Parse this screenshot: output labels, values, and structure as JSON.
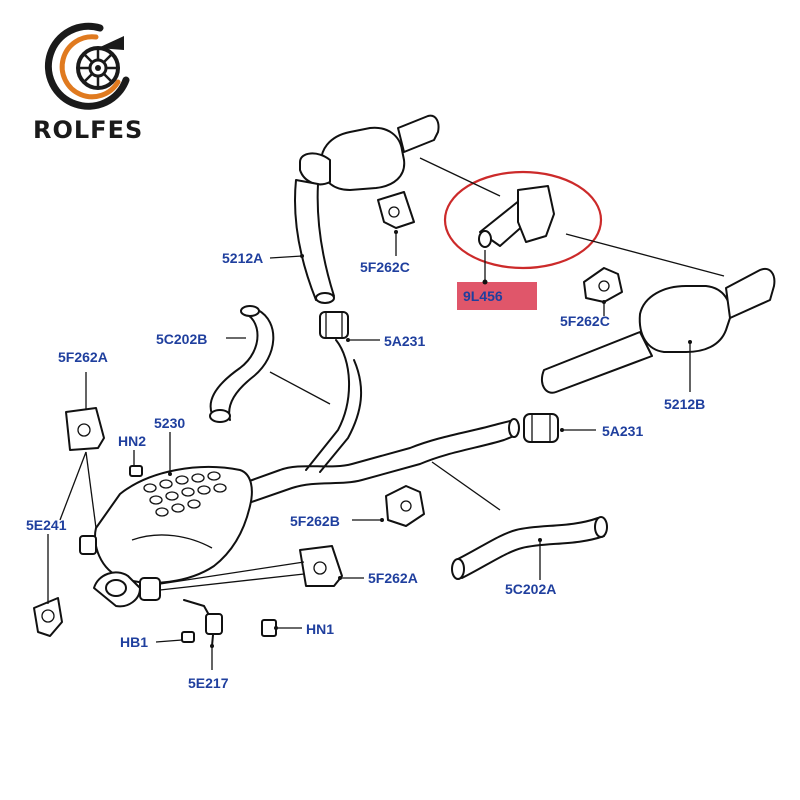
{
  "brand": {
    "name": "ROLFES",
    "logo_icon": "turbocharger-logo-icon",
    "colors": {
      "ring": "#1a1a1a",
      "swoosh": "#e07a1f"
    }
  },
  "diagram": {
    "label_color": "#1f3f9e",
    "highlight": {
      "label": "9L456",
      "fill": "#e0566a",
      "circle_color": "#cc2a2a"
    },
    "labels": {
      "5212A": "5212A",
      "5F262C_top": "5F262C",
      "5F262C_right": "5F262C",
      "5212B": "5212B",
      "5C202B": "5C202B",
      "5A231_top": "5A231",
      "5F262A_left": "5F262A",
      "5230": "5230",
      "HN2": "HN2",
      "5A231_right": "5A231",
      "5F262B": "5F262B",
      "5E241": "5E241",
      "5F262A_bottom": "5F262A",
      "5C202A": "5C202A",
      "HB1": "HB1",
      "HN1": "HN1",
      "5E217": "5E217"
    }
  }
}
